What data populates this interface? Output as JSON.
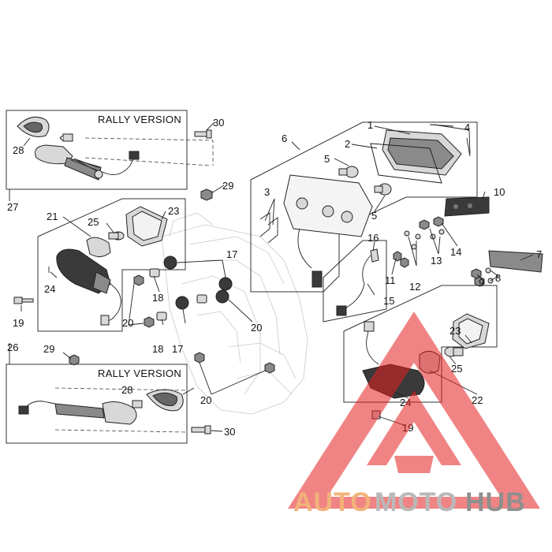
{
  "diagram": {
    "version_label_top": "RALLY VERSION",
    "version_label_bottom": "RALLY VERSION",
    "callouts": {
      "c1": "1",
      "c2": "2",
      "c3": "3",
      "c4": "4",
      "c5a": "5",
      "c5b": "5",
      "c6": "6",
      "c7": "7",
      "c8": "8",
      "c9": "9",
      "c10": "10",
      "c11": "11",
      "c12": "12",
      "c13": "13",
      "c14": "14",
      "c15": "15",
      "c16": "16",
      "c17a": "17",
      "c17b": "17",
      "c18a": "18",
      "c18b": "18",
      "c19a": "19",
      "c19b": "19",
      "c20a": "20",
      "c20b": "20",
      "c20c": "20",
      "c21": "21",
      "c22": "22",
      "c23a": "23",
      "c23b": "23",
      "c24a": "24",
      "c24b": "24",
      "c25a": "25",
      "c25b": "25",
      "c26": "26",
      "c27": "27",
      "c28a": "28",
      "c28b": "28",
      "c29a": "29",
      "c29b": "29",
      "c30a": "30",
      "c30b": "30"
    }
  },
  "watermark": {
    "part1": "AUTO",
    "part2": "MOTO",
    "part3": "HUB",
    "color_part1": "#f2b27a",
    "color_part2": "#b9b9b9",
    "color_part3": "#8f8f8f",
    "logo_color": "#e41f1f"
  }
}
